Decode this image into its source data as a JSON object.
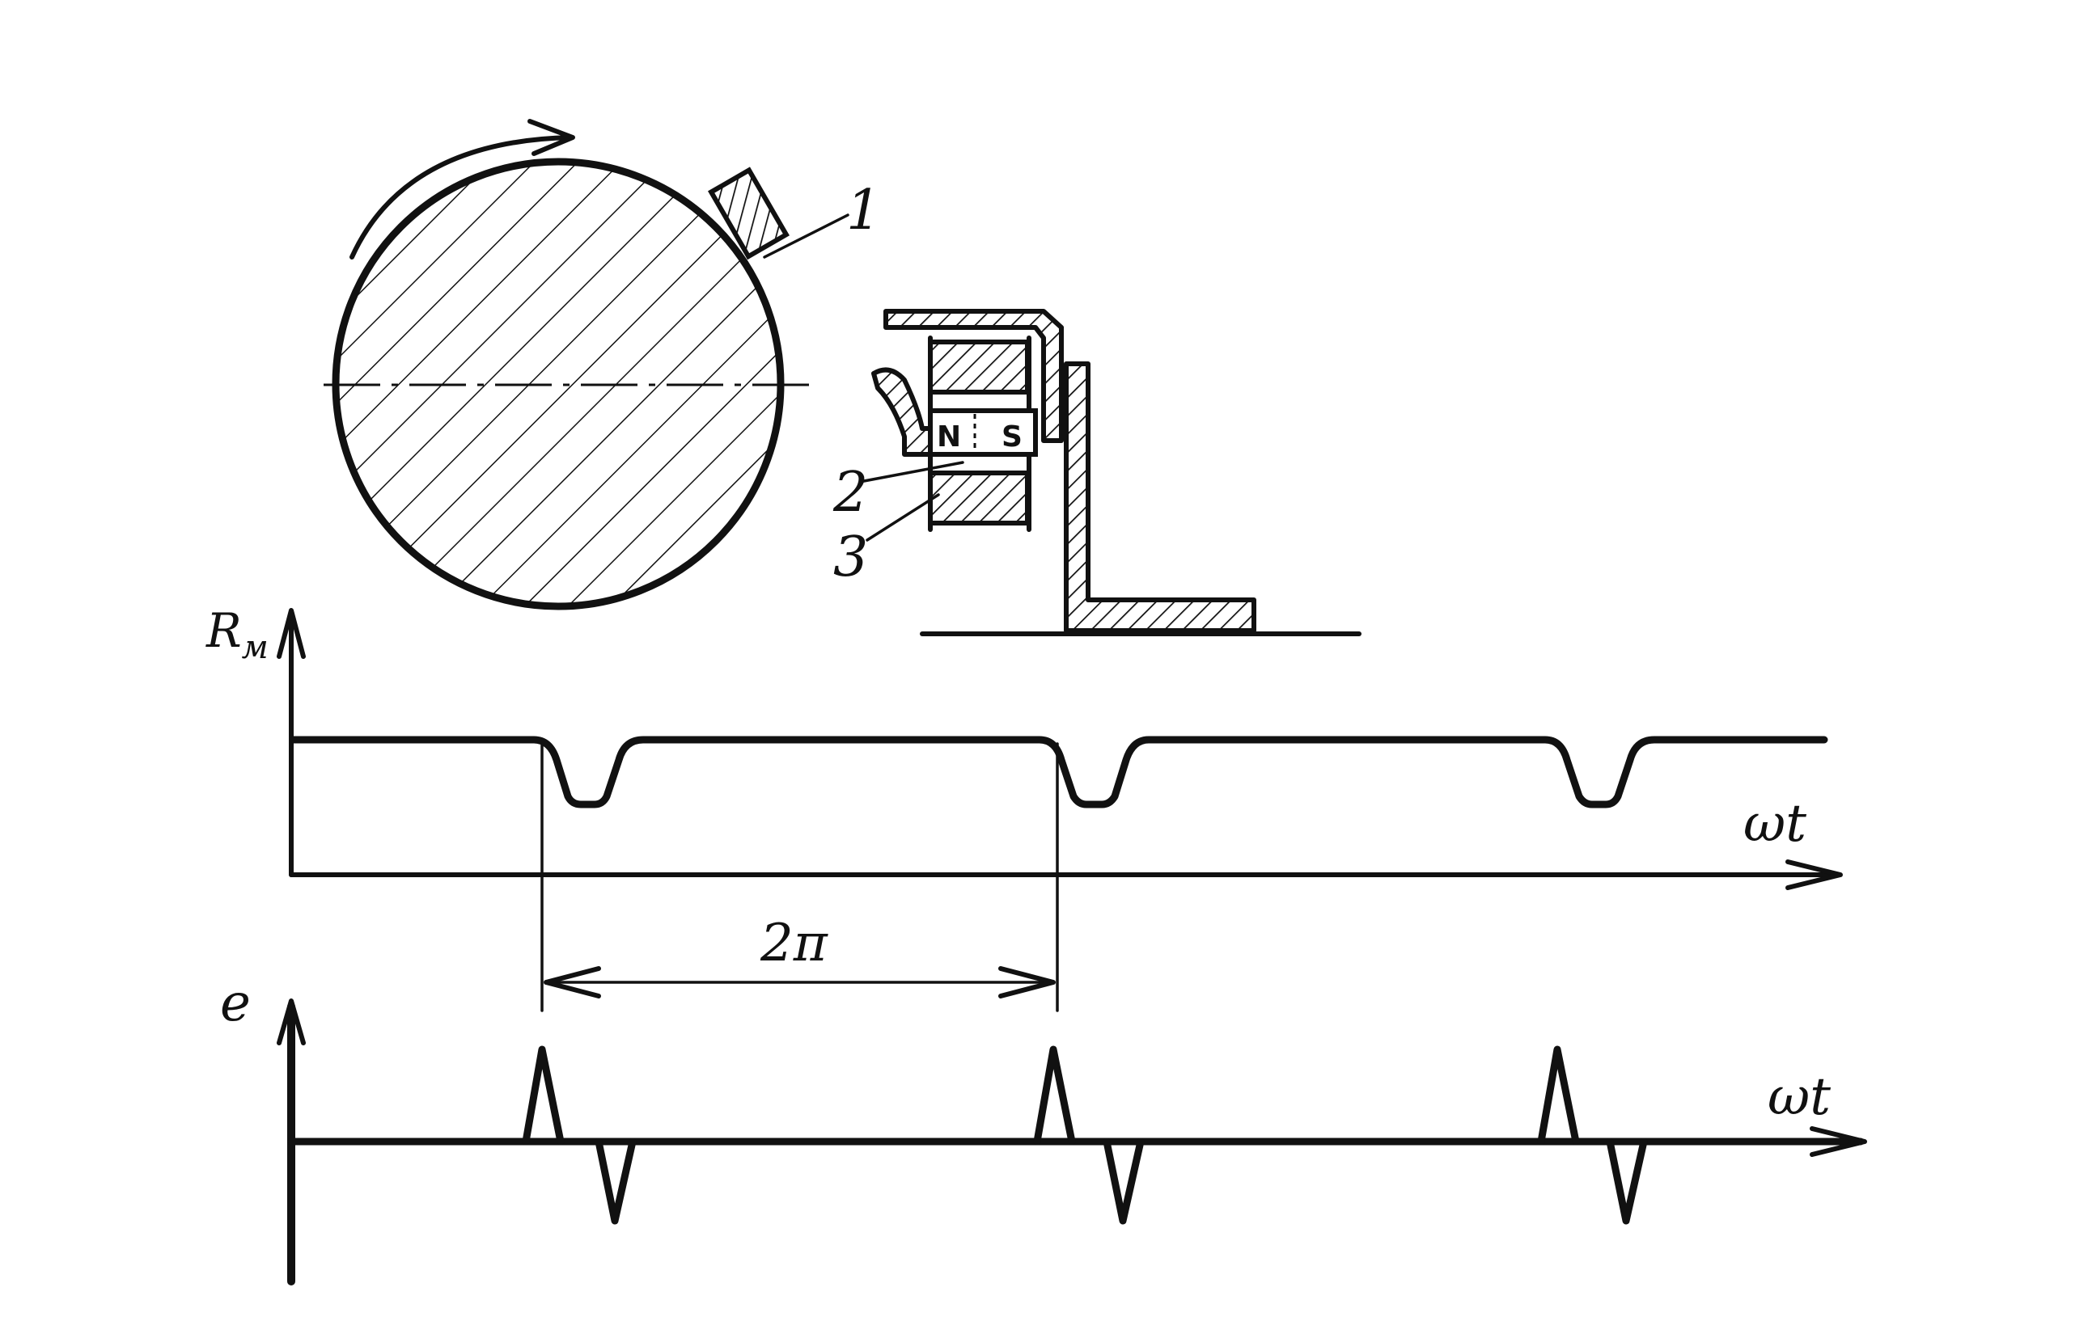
{
  "diagram": {
    "callouts": {
      "c1": "1",
      "c2": "2",
      "c3": "3"
    },
    "magnet": {
      "north": "N",
      "south": "S"
    },
    "graph_reluctance": {
      "y_label_main": "R",
      "y_label_sub": "м",
      "x_label": "ωt"
    },
    "graph_emf": {
      "y_label": "e",
      "x_label": "ωt"
    },
    "period_label": "2π"
  },
  "colors": {
    "ink": "#111111",
    "paper": "#ffffff"
  }
}
